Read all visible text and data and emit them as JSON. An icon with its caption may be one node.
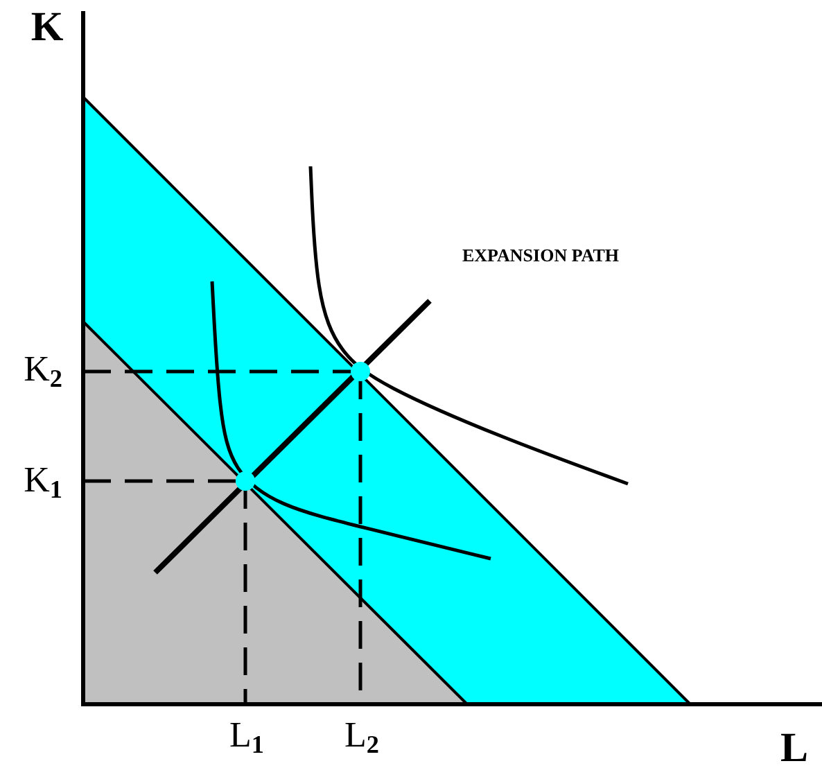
{
  "diagram": {
    "labels": [
      "K",
      "K$_{2}$",
      "K$_{1}$",
      "EXPANSION PATH",
      "L$_{1}$",
      "L$_{2}$",
      "L"
    ]
  }
}
